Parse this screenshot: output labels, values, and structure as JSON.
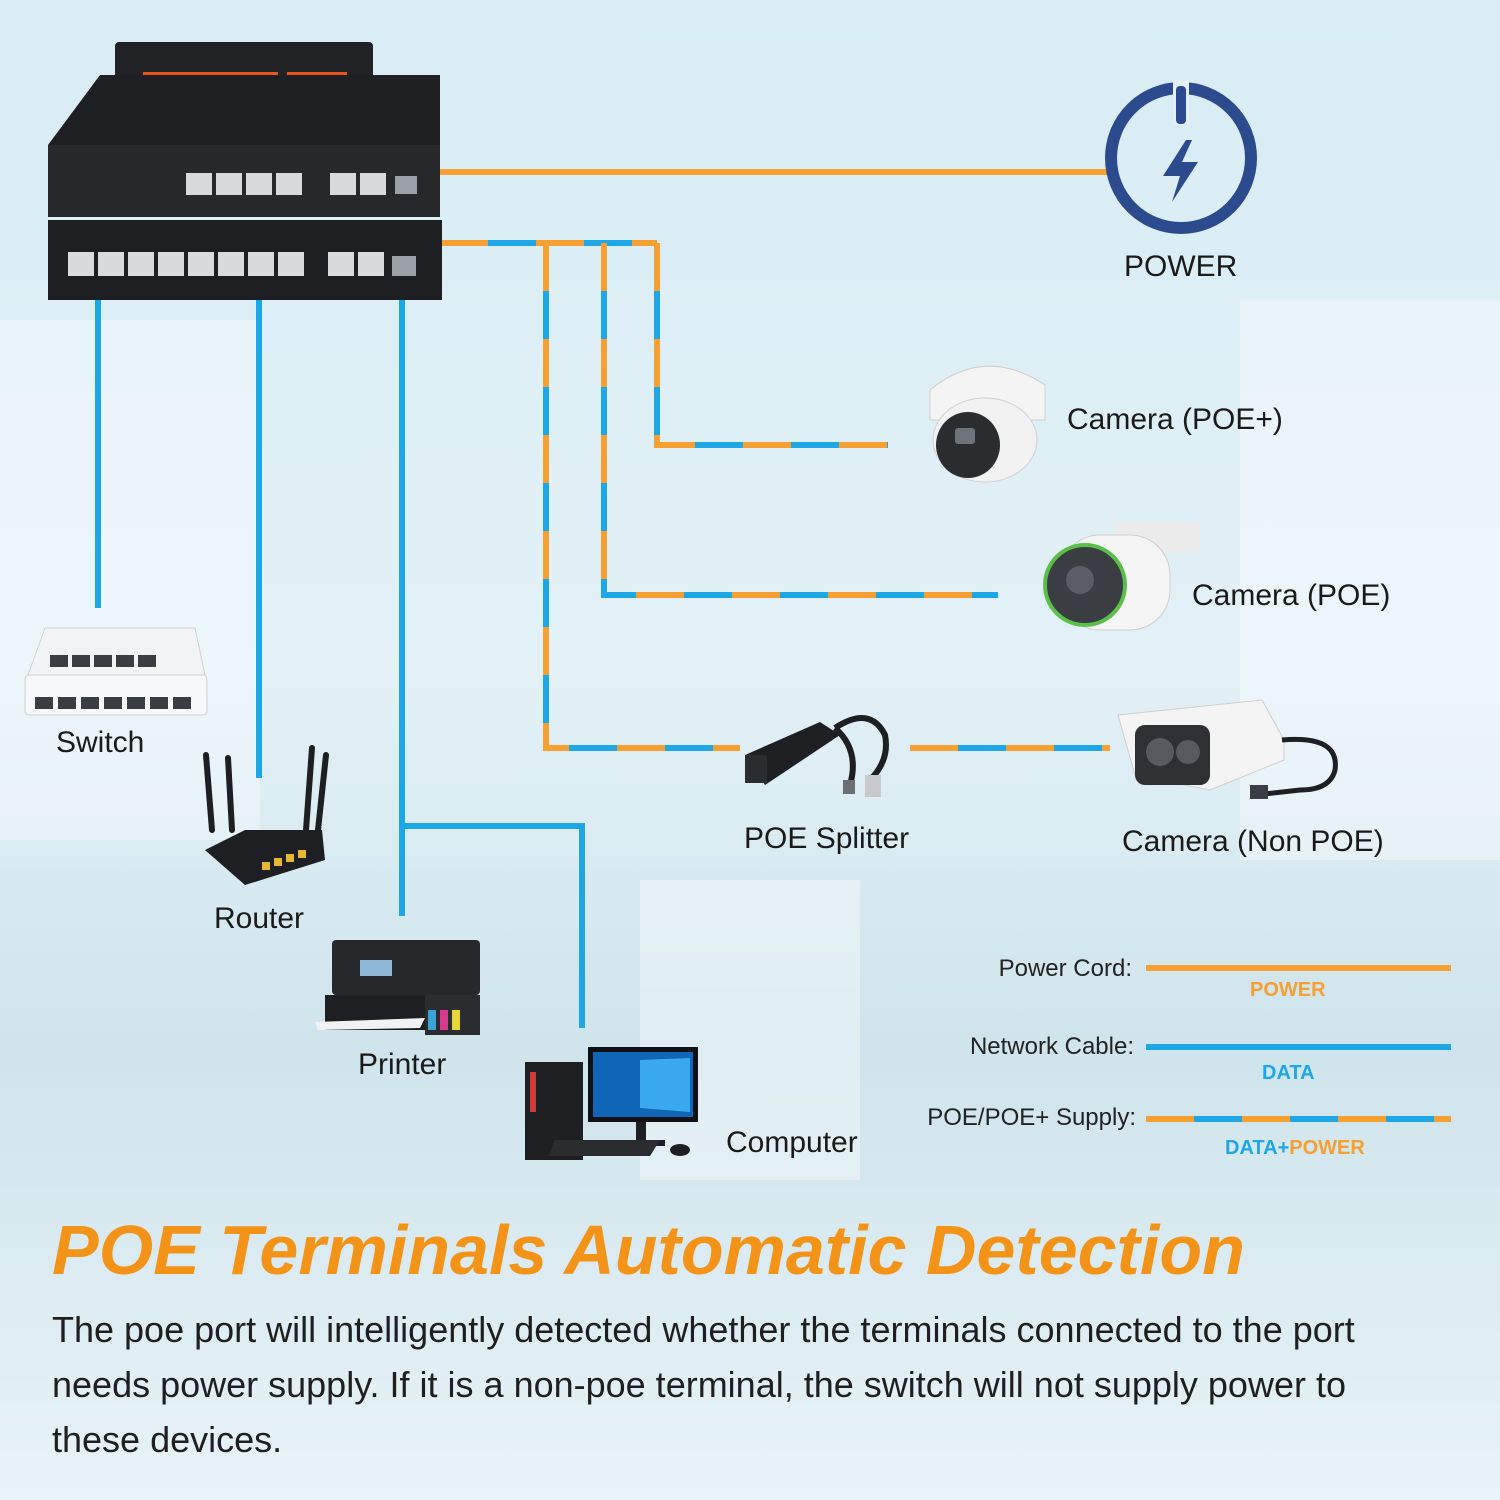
{
  "colors": {
    "power": "#f5a030",
    "data": "#1ea7e6",
    "title": "#f39419",
    "power_icon": "#2c4b8e",
    "device_dark": "#1d1f22"
  },
  "power": {
    "label": "POWER"
  },
  "devices": {
    "switch": "Switch",
    "router": "Router",
    "printer": "Printer",
    "computer": "Computer",
    "camera_poe_plus": "Camera (POE+)",
    "camera_poe": "Camera (POE)",
    "poe_splitter": "POE Splitter",
    "camera_non_poe": "Camera (Non POE)"
  },
  "legend": {
    "power_cord": {
      "label": "Power Cord:",
      "tag": "POWER"
    },
    "network_cable": {
      "label": "Network Cable:",
      "tag": "DATA"
    },
    "poe_supply": {
      "label": "POE/POE+ Supply:",
      "tag_data": "DATA",
      "tag_plus": "+",
      "tag_power": "POWER"
    }
  },
  "headline": "POE Terminals Automatic Detection",
  "description": "The poe port will intelligently detected whether the terminals connected to the port needs power supply. If it is a non-poe terminal, the switch will not supply power to these devices."
}
